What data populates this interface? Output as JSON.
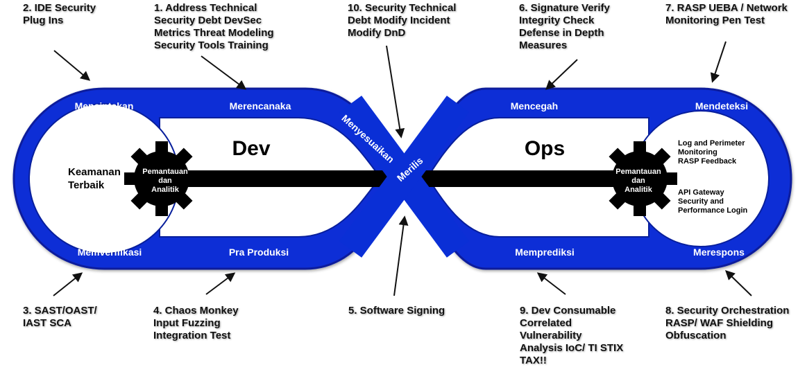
{
  "colors": {
    "loop": "#0a2fd6",
    "loop_edge": "#081f9c",
    "bar": "#000000",
    "gear": "#000000",
    "background": "#ffffff",
    "annotation_text": "#111111"
  },
  "center_labels": {
    "dev": "Dev",
    "ops": "Ops",
    "keamanan_line1": "Keamanan",
    "keamanan_line2": "Terbaik"
  },
  "gear_left": {
    "line1": "Pemantauan",
    "line2": "dan",
    "line3": "Analitik"
  },
  "gear_right": {
    "line1": "Pemantauan",
    "line2": "dan",
    "line3": "Analitik"
  },
  "loop_labels": {
    "menciptakan": "Menciptakan",
    "merencanaka": "Merencanaka",
    "menyesuaikan": "Menyesuaikan",
    "merilis": "Merilis",
    "mencegah": "Mencegah",
    "mendeteksi": "Mendeteksi",
    "memverifikasi": "Memverifikasi",
    "pra_produksi": "Pra Produksi",
    "memprediksi": "Memprediksi",
    "merespons": "Merespons"
  },
  "ops_inner": {
    "log_lines": [
      "Log and Perimeter",
      "Monitoring",
      "RASP Feedback"
    ],
    "api_lines": [
      "API Gateway",
      "Security and",
      "Performance Login"
    ]
  },
  "annotations": {
    "a2": [
      "2. IDE Security",
      "Plug Ins"
    ],
    "a1": [
      "1. Address Technical",
      "Security Debt DevSec",
      "Metrics Threat Modeling",
      "Security Tools Training"
    ],
    "a10": [
      "10. Security Technical",
      "Debt Modify Incident",
      "Modify DnD"
    ],
    "a6": [
      "6. Signature Verify",
      "Integrity Check",
      "Defense in Depth",
      "Measures"
    ],
    "a7": [
      "7. RASP UEBA / Network",
      "Monitoring Pen Test"
    ],
    "a3": [
      "3. SAST/OAST/",
      "IAST SCA"
    ],
    "a4": [
      "4. Chaos Monkey",
      "Input Fuzzing",
      "Integration Test"
    ],
    "a5": [
      "5. Software Signing"
    ],
    "a9": [
      "9. Dev Consumable",
      "Correlated",
      "Vulnerability",
      "Analysis IoC/ TI STIX",
      "TAX!!"
    ],
    "a8": [
      "8. Security Orchestration",
      "RASP/ WAF Shielding",
      "Obfuscation"
    ]
  }
}
